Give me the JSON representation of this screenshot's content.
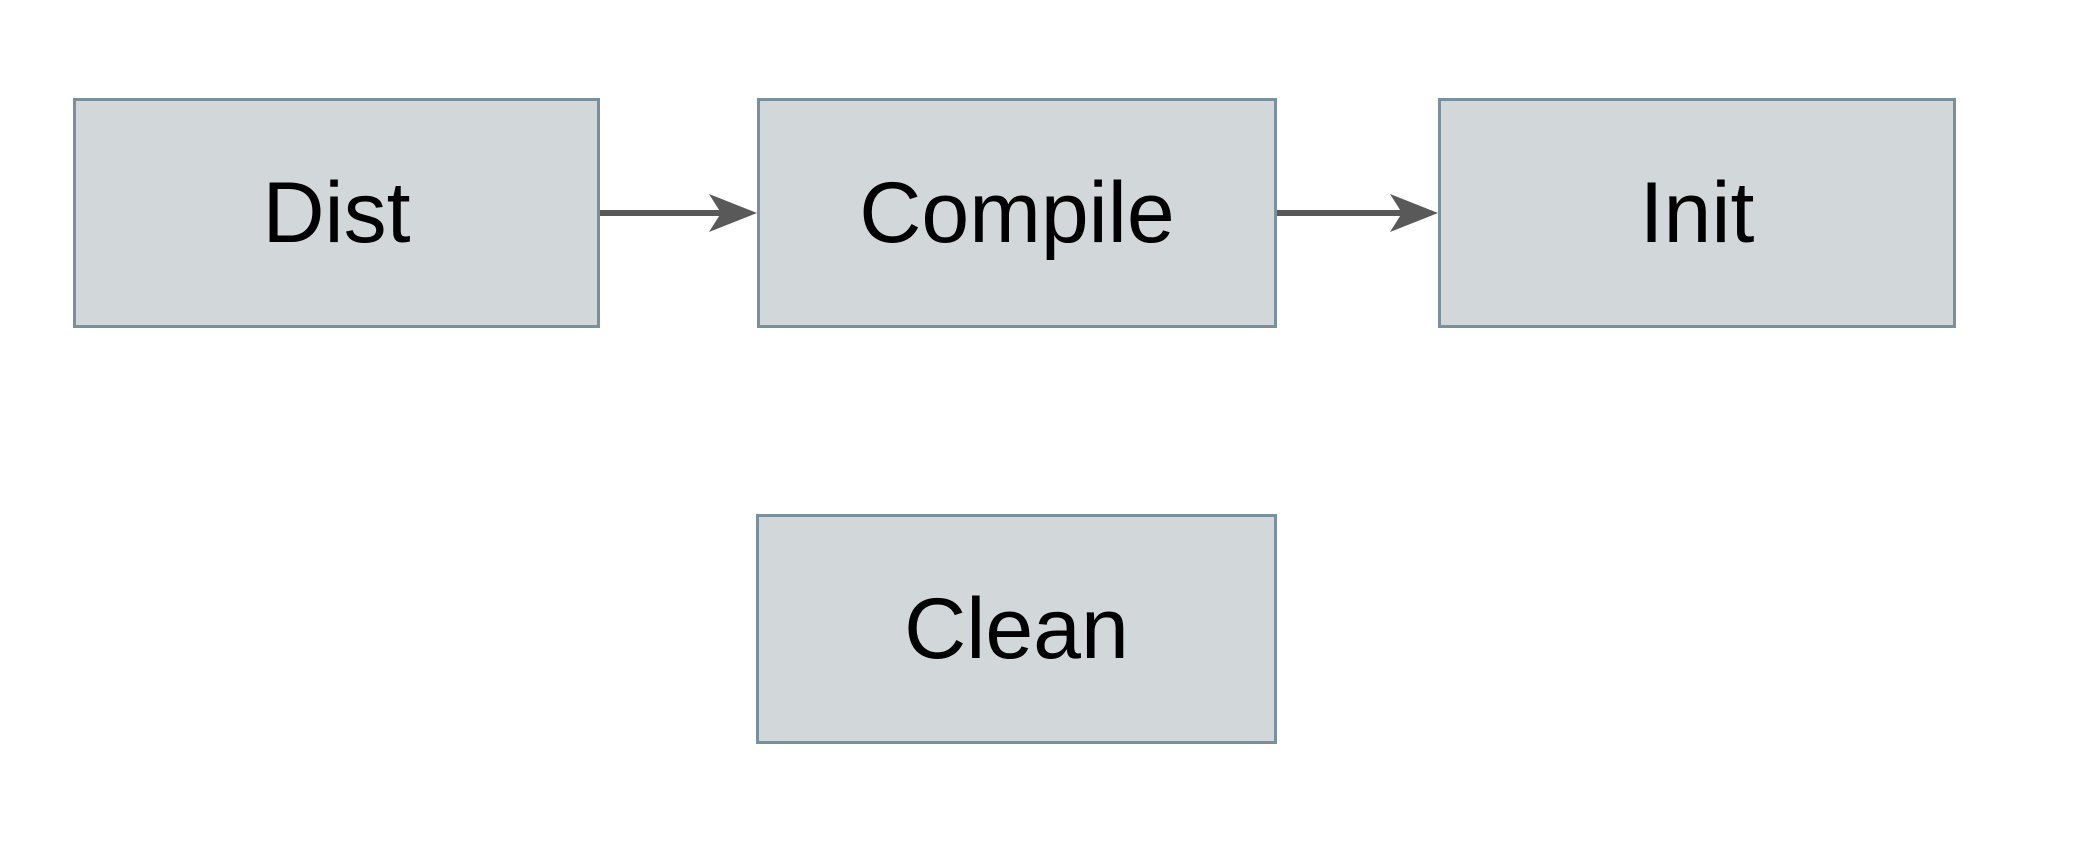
{
  "colors": {
    "canvas-bg": "#ffffff",
    "node-fill": "#d2d8da",
    "node-border": "#7a919d",
    "arrow": "#595959",
    "text": "#000000"
  },
  "diagram": {
    "type": "flowchart",
    "nodes": [
      {
        "id": "dist",
        "label": "Dist"
      },
      {
        "id": "compile",
        "label": "Compile"
      },
      {
        "id": "init",
        "label": "Init"
      },
      {
        "id": "clean",
        "label": "Clean"
      }
    ],
    "edges": [
      {
        "from": "dist",
        "to": "compile"
      },
      {
        "from": "compile",
        "to": "init"
      }
    ]
  }
}
